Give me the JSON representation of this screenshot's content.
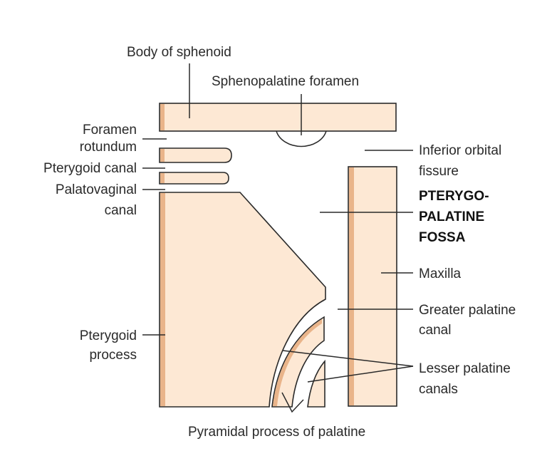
{
  "colors": {
    "fill": "#fde8d4",
    "shade": "#e9b48a",
    "stroke": "#2a2a2a",
    "background": "#ffffff"
  },
  "labels": {
    "body_of_sphenoid": "Body of sphenoid",
    "sphenopalatine_foramen": "Sphenopalatine foramen",
    "foramen_rotundum_1": "Foramen",
    "foramen_rotundum_2": "rotundum",
    "pterygoid_canal": "Pterygoid canal",
    "palatovaginal_canal_1": "Palatovaginal",
    "palatovaginal_canal_2": "canal",
    "inferior_orbital_fissure_1": "Inferior orbital",
    "inferior_orbital_fissure_2": "fissure",
    "pterygopalatine_fossa_1": "PTERYGO-",
    "pterygopalatine_fossa_2": "PALATINE",
    "pterygopalatine_fossa_3": "FOSSA",
    "maxilla": "Maxilla",
    "greater_palatine_canal_1": "Greater palatine",
    "greater_palatine_canal_2": "canal",
    "lesser_palatine_canals_1": "Lesser palatine",
    "lesser_palatine_canals_2": "canals",
    "pterygoid_process_1": "Pterygoid",
    "pterygoid_process_2": "process",
    "pyramidal_process": "Pyramidal process of palatine"
  }
}
